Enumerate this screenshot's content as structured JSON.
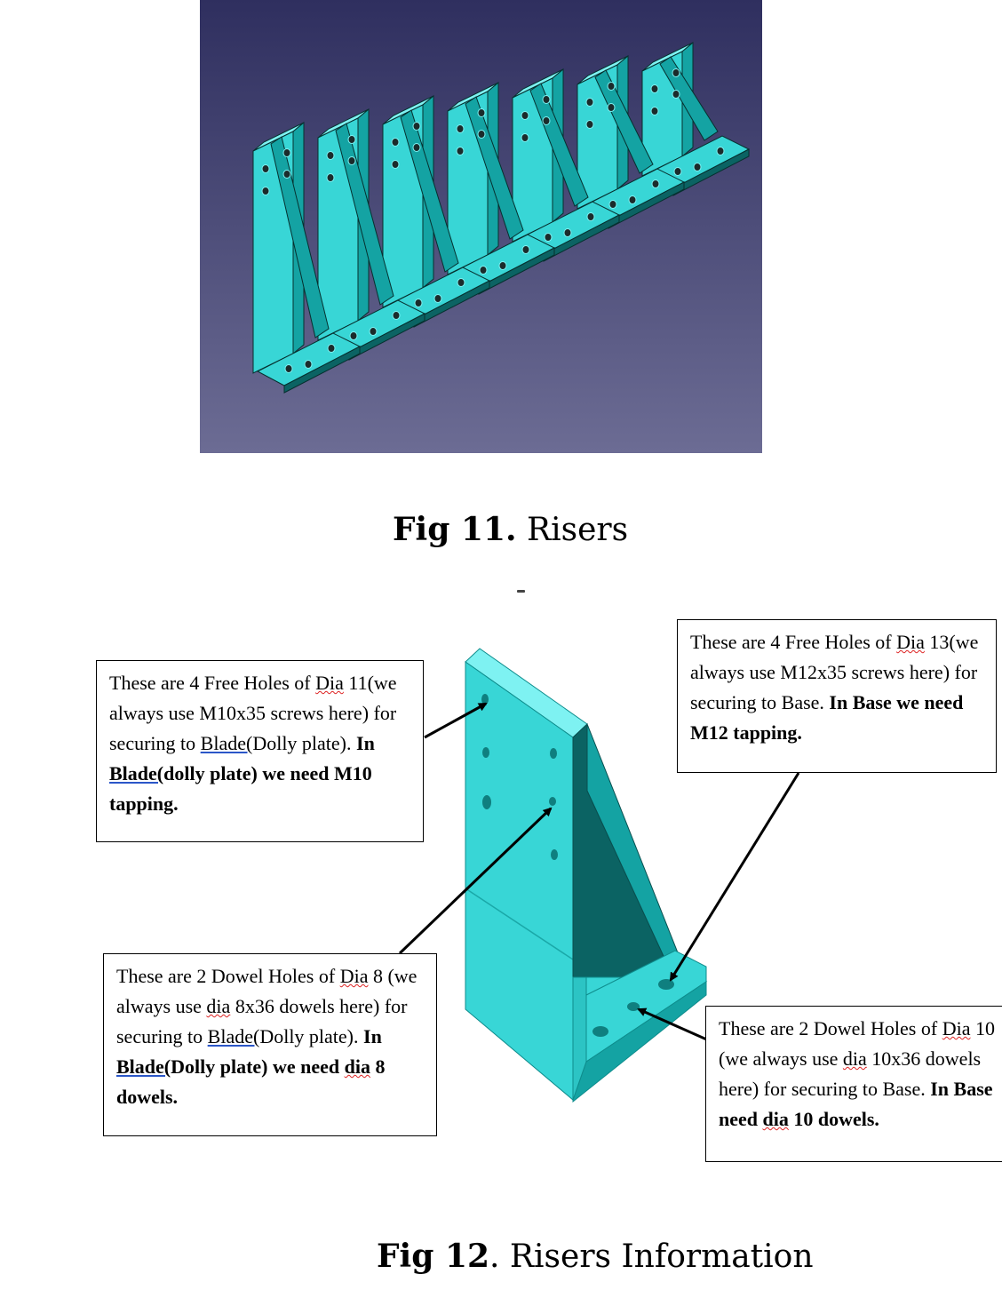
{
  "figure11": {
    "caption_bold": "Fig 11.",
    "caption_text": " Risers"
  },
  "figure12": {
    "caption_bold": "Fig 12",
    "caption_text": ". Risers Information",
    "notes": {
      "free_holes_dia11": {
        "t1": "These are 4 Free Holes of ",
        "w1": "Dia",
        "t2": " 11(we always use M10x35 screws here) for securing to ",
        "w2": "Blade(",
        "t3": "Dolly plate). ",
        "b1": "In ",
        "bu": "Blade(",
        "b2": "dolly plate) we need M10 tapping."
      },
      "free_holes_dia13": {
        "t1": "These are 4 Free Holes of ",
        "w1": "Dia",
        "t2": " 13(we always use M12x35 screws here) for securing to Base. ",
        "b1": "In Base we need M12 tapping."
      },
      "dowel_holes_dia8": {
        "t1": "These are 2 Dowel Holes of ",
        "w1": "Dia",
        "t2": " 8 (we always use ",
        "w2": "dia",
        "t3": " 8x36 dowels here) for securing to ",
        "w3": "Blade(",
        "t4": "Dolly plate). ",
        "b1": "In ",
        "bu": "Blade(",
        "b2": "Dolly plate) we need ",
        "bw": "dia",
        "b3": " 8 dowels."
      },
      "dowel_holes_dia10": {
        "t1": "These are 2 Dowel Holes of ",
        "w1": "Dia",
        "t2": " 10 (we always use ",
        "w2": "dia",
        "t3": " 10x36 dowels here) for securing to Base. ",
        "b1": "In Base need ",
        "bw": "dia",
        "b2": " 10 dowels."
      }
    }
  },
  "colors": {
    "render_bg_top": "#2f2f5f",
    "render_bg_bottom": "#6c6c94",
    "part_front": "#38d6d6",
    "part_top": "#7ef2f2",
    "part_side": "#14a3a3",
    "part_dark": "#0b6363"
  }
}
